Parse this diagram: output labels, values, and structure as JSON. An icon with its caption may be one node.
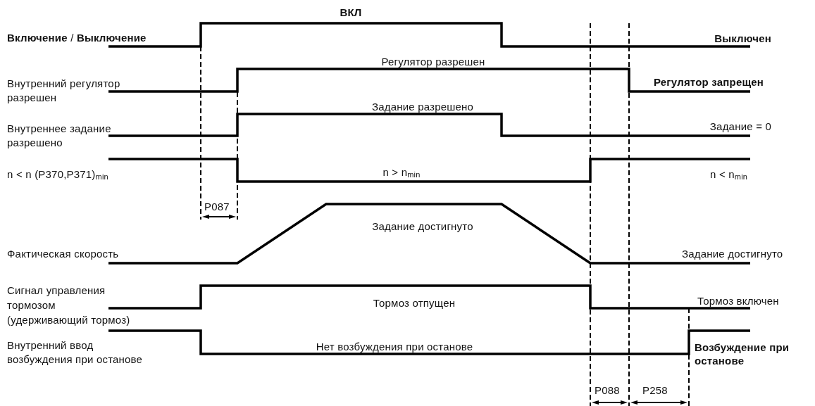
{
  "diagram": {
    "labels": [
      "ВКЛ",
      "**Включение** / **Выключение**",
      "Выключен",
      "Регулятор разрешен",
      "Внутренний регулятор разрешен",
      "Регулятор запрещен",
      "Задание разрешено",
      "Внутреннее задание разрешено",
      "Задание = 0",
      "n < n (P370,P371)$_{min}$",
      "n > n$_{min}$",
      "n < n$_{min}$",
      "P087",
      "Задание достигнуто",
      "Фактическая скорость",
      "Задание достигнуто",
      "Сигнал управления тормозом (удерживающий тормоз)",
      "Тормоз отпущен",
      "Тормоз включен",
      "Внутренний ввод возбуждения при останове",
      "Нет возбуждения при останове",
      "Возбуждение при останове",
      "P088",
      "P258"
    ]
  }
}
